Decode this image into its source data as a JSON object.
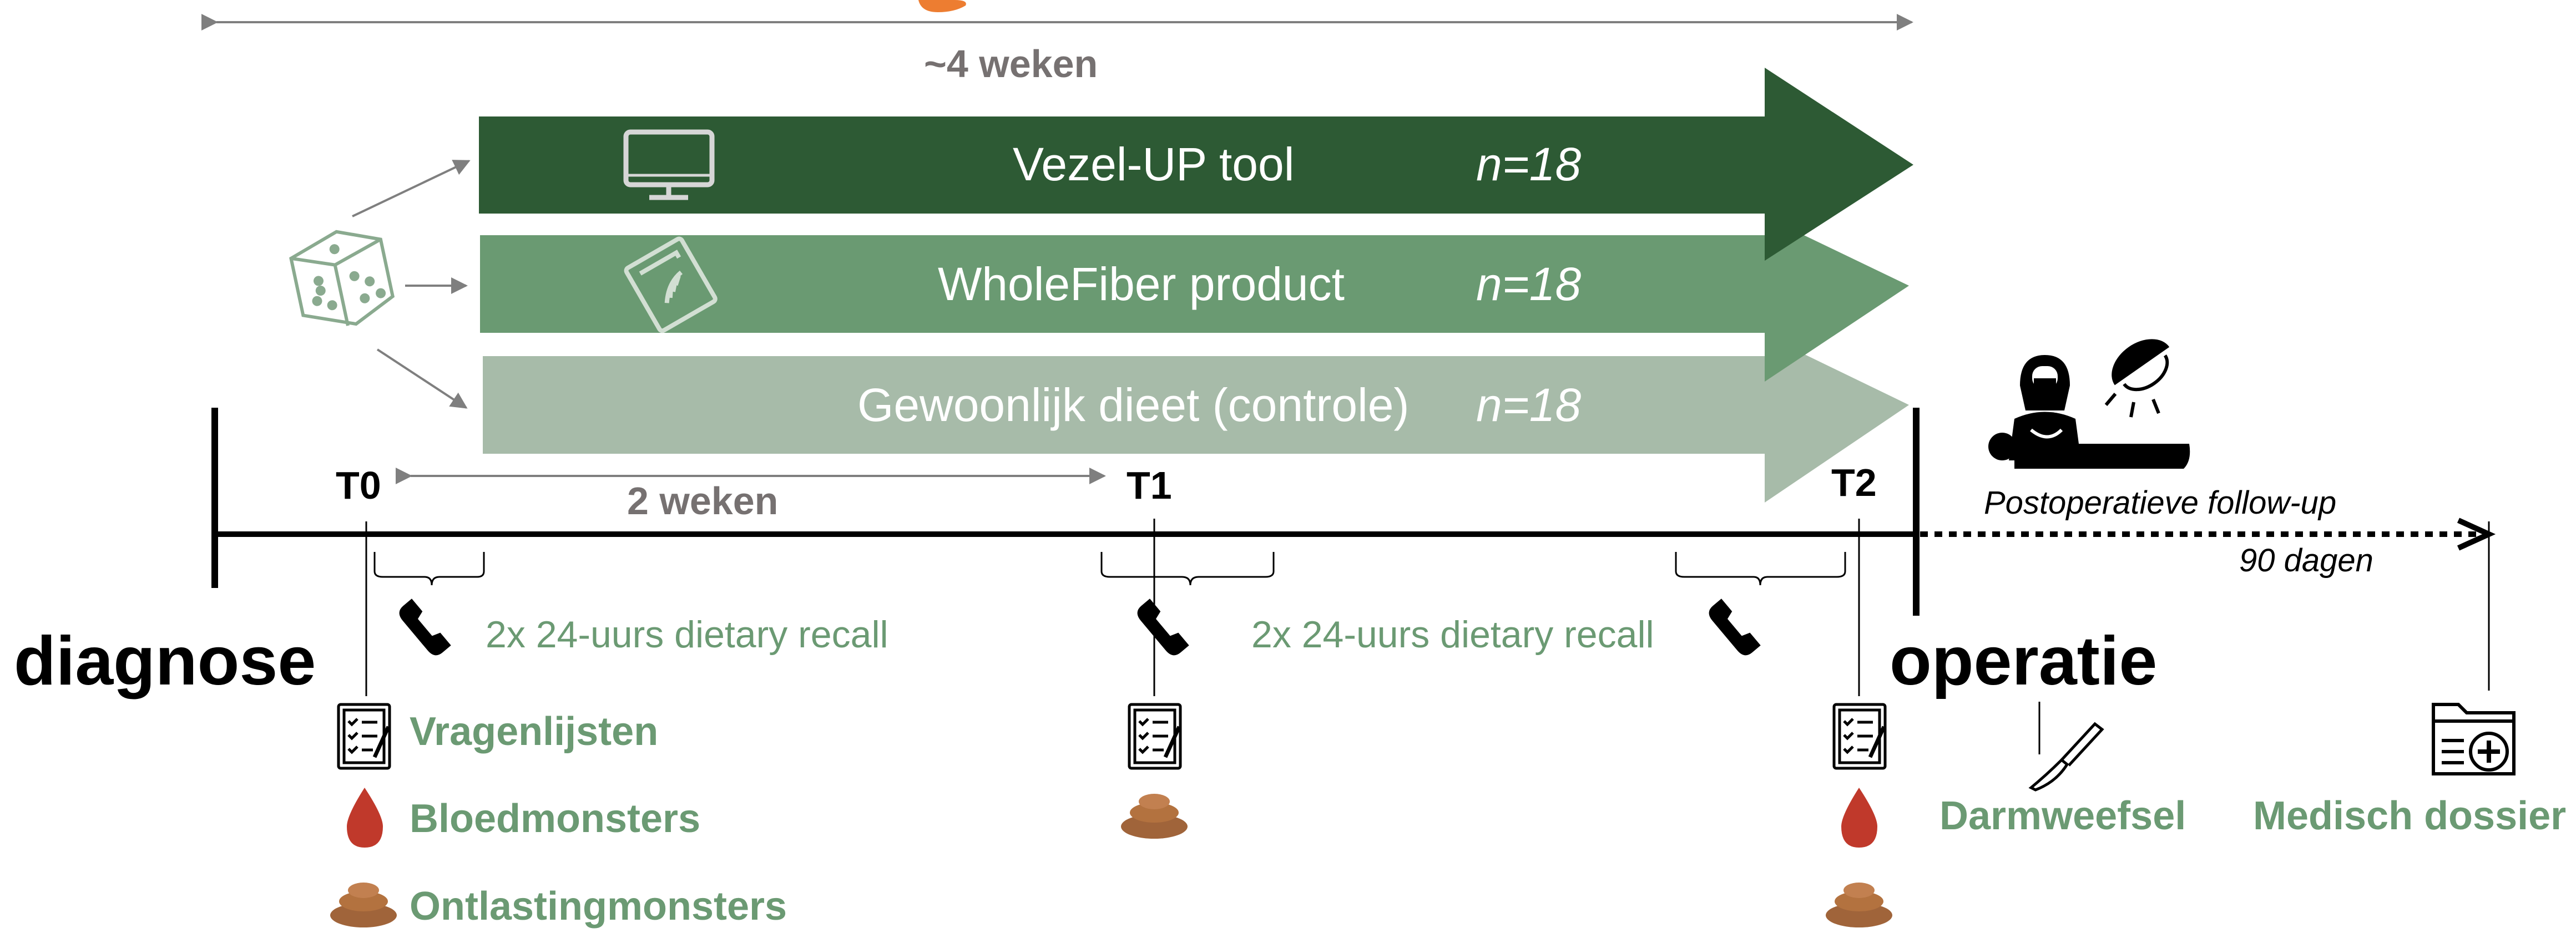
{
  "top_span": {
    "label": "~4 weken"
  },
  "groups": [
    {
      "label": "Vezel-UP tool",
      "n": "n=18",
      "color": "#2d5a34",
      "icon": "monitor-icon"
    },
    {
      "label": "WholeFiber product",
      "n": "n=18",
      "color": "#6a9a72",
      "icon": "fiber-package-icon"
    },
    {
      "label": "Gewoonlijk dieet (controle)",
      "n": "n=18",
      "color": "#a7bba9",
      "icon": ""
    }
  ],
  "randomization_icon": "dice-icon",
  "timeline": {
    "start_label": "diagnose",
    "end_label": "operatie",
    "points": [
      "T0",
      "T1",
      "T2"
    ],
    "interval_label": "2 weken",
    "followup_label": "Postoperatieve follow-up",
    "followup_duration": "90 dagen"
  },
  "recalls": [
    {
      "label": "2x 24-uurs dietary recall"
    },
    {
      "label": "2x 24-uurs dietary recall"
    }
  ],
  "measurements": {
    "questionnaires": "Vragenlijsten",
    "blood": "Bloedmonsters",
    "stool": "Ontlastingmonsters"
  },
  "outcomes": {
    "tissue": "Darmweefsel",
    "records": "Medisch dossier"
  },
  "colors": {
    "text_green": "#6b9a73",
    "text_gray": "#767171",
    "blood": "#c0392b",
    "stool": "#a0643a"
  }
}
